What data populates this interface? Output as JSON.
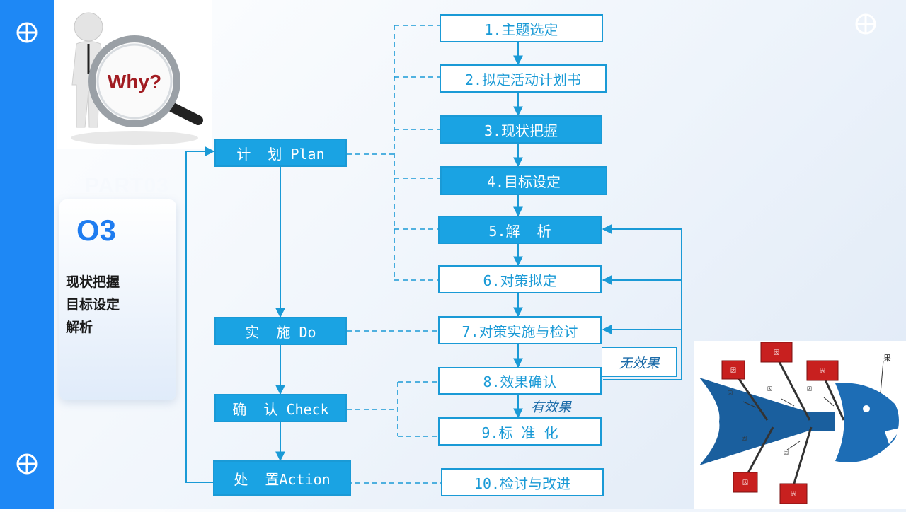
{
  "sidebar": {
    "icon": "plus-circle-icon",
    "color": "#1e88f5"
  },
  "section": {
    "ghost_label": "PART03",
    "number": "O3",
    "lines": [
      "现状把握",
      "目标设定",
      "解析"
    ]
  },
  "phases": [
    {
      "label": "计  划 Plan"
    },
    {
      "label": "实  施 Do"
    },
    {
      "label": "确  认 Check"
    },
    {
      "label": "处  置Action"
    }
  ],
  "steps": [
    {
      "label": "1.主题选定",
      "style": "white"
    },
    {
      "label": "2.拟定活动计划书",
      "style": "white"
    },
    {
      "label": "3.现状把握",
      "style": "blue"
    },
    {
      "label": "4.目标设定",
      "style": "blue"
    },
    {
      "label": "5.解  析",
      "style": "blue"
    },
    {
      "label": "6.对策拟定",
      "style": "white"
    },
    {
      "label": "7.对策实施与检讨",
      "style": "white"
    },
    {
      "label": "8.效果确认",
      "style": "white"
    },
    {
      "label": "9.标 准 化",
      "style": "white"
    },
    {
      "label": "10.检讨与改进",
      "style": "white"
    }
  ],
  "notes": {
    "no_effect": "无效果",
    "effective": "有效果"
  },
  "photo": {
    "magnifier_text": "Why?"
  },
  "fishbone": {
    "cause_label": "因",
    "effect_label": "果",
    "box_color": "#c8201f",
    "fish_color": "#1a5f9e"
  },
  "colors": {
    "accent": "#1aa3e3",
    "line": "#1a9ad6"
  }
}
